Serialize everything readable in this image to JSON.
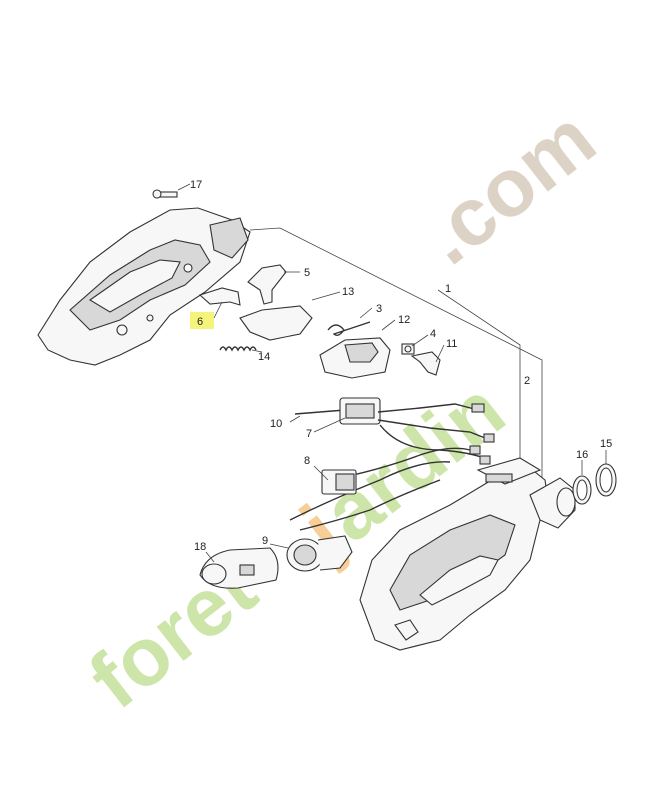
{
  "callouts": {
    "p1": "1",
    "p2": "2",
    "p3": "3",
    "p4": "4",
    "p5": "5",
    "p6": "6",
    "p7": "7",
    "p8": "8",
    "p9": "9",
    "p10": "10",
    "p11": "11",
    "p12": "12",
    "p13": "13",
    "p14": "14",
    "p15": "15",
    "p16": "16",
    "p17": "17",
    "p18": "18"
  },
  "highlight_color": "#f4f47a",
  "watermark": {
    "text_green": "foret",
    "text_orange": "j",
    "text_green2": "ardin",
    "text_grey": ".com",
    "color_green": "#c8e2a0",
    "color_orange": "#f7c98c",
    "color_grey": "#d8cdbf"
  }
}
